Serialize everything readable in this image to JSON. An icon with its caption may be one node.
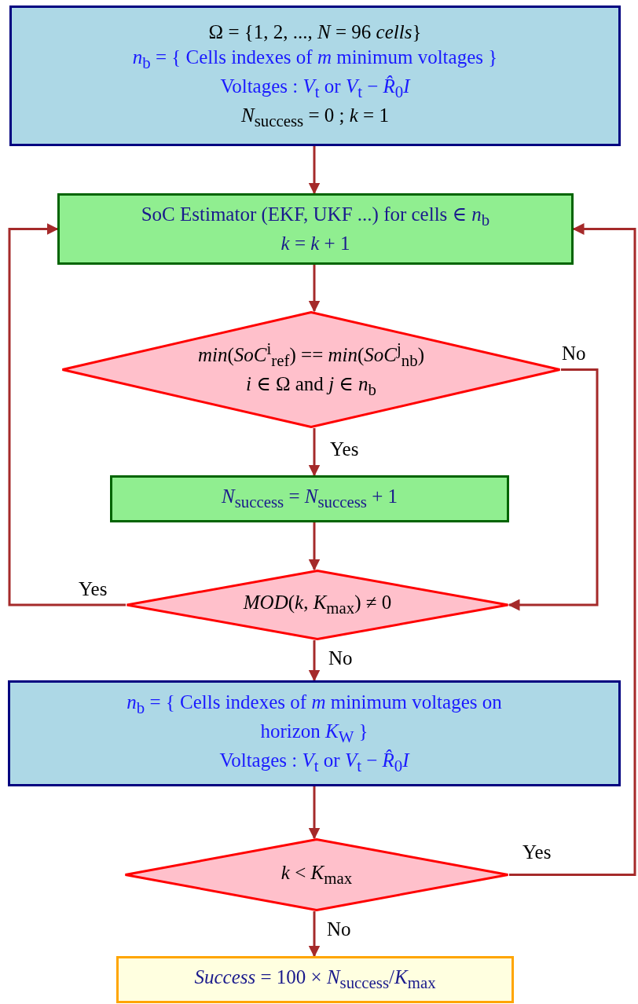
{
  "diagram": {
    "nodes": [
      {
        "text": [
          "Ω = {1, 2, ..., *N* = 96 *cells*}",
          "*n*$_{b}$ = { Cells indexes of *m* minimum voltages }",
          "Voltages : *V*$_{t}$ or *V*$_{t}$ − *R̂*$_{0}$*I*",
          "*N*$_{success}$ = 0 ; *k* = 1"
        ]
      },
      {
        "text": [
          "SoC Estimator (EKF, UKF ...) for cells ∈ *n*$_{b}$",
          "*k* = *k* + 1"
        ]
      },
      {
        "text": [
          "*min*(*SoC*$^{i}$$_{ref}$) == *min*(*SoC*$^{j}$$_{nb}$)",
          "*i* ∈ Ω and *j* ∈ *n*$_{b}$"
        ]
      },
      {
        "text": [
          "*N*$_{success}$ = *N*$_{success}$ + 1"
        ]
      },
      {
        "text": [
          "*MOD*(*k*, *K*$_{max}$) ≠ 0"
        ]
      },
      {
        "text": [
          "*n*$_{b}$ = { Cells indexes of *m* minimum voltages on horizon *K*$_{W}$ }",
          "Voltages : *V*$_{t}$ or *V*$_{t}$ − *R̂*$_{0}$*I*"
        ]
      },
      {
        "text": [
          "*k* < *K*$_{max}$"
        ]
      },
      {
        "text": [
          "*Success* = 100 × *N*$_{success}$/*K*$_{max}$"
        ]
      }
    ],
    "edges": [
      {
        "from": 0,
        "to": 1,
        "arrow": "to"
      },
      {
        "from": 1,
        "to": 2,
        "arrow": "to"
      },
      {
        "from": 2,
        "to": 3,
        "arrow": "to",
        "label": "Yes"
      },
      {
        "from": 2,
        "to": 4,
        "arrow": "to",
        "label": "No"
      },
      {
        "from": 3,
        "to": 4,
        "arrow": "to"
      },
      {
        "from": 4,
        "to": 1,
        "arrow": "to",
        "label": "Yes"
      },
      {
        "from": 4,
        "to": 5,
        "arrow": "to",
        "label": "No"
      },
      {
        "from": 5,
        "to": 6,
        "arrow": "to"
      },
      {
        "from": 6,
        "to": 1,
        "arrow": "to",
        "label": "Yes"
      },
      {
        "from": 6,
        "to": 7,
        "arrow": "to",
        "label": "No"
      }
    ]
  }
}
